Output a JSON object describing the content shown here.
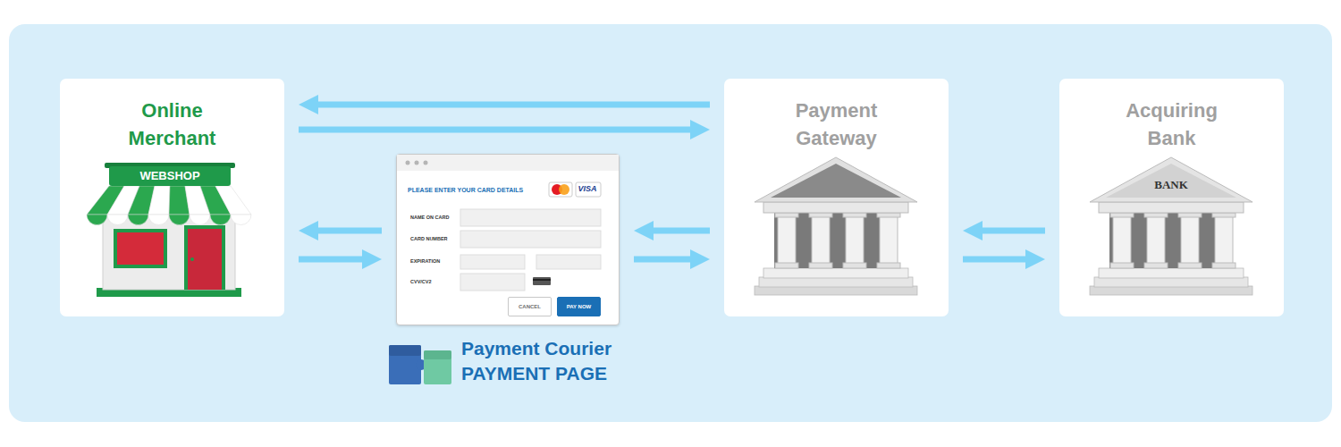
{
  "diagram": {
    "nodes": [
      {
        "text": [
          "Online Merchant"
        ]
      },
      {
        "text": [
          "Payment Courier PAYMENT PAGE",
          "PLEASE ENTER YOUR CARD DETAILS"
        ]
      },
      {
        "text": [
          "CANCEL"
        ],
        "in": 1
      },
      {
        "text": [
          "PAY NOW"
        ],
        "in": 1
      },
      {
        "text": [
          "Payment Gateway"
        ]
      },
      {
        "text": [
          "Acquiring Bank"
        ]
      }
    ],
    "edges": [
      {
        "from": 4,
        "to": 0,
        "arrow": "to"
      },
      {
        "from": 0,
        "to": 4,
        "arrow": "to"
      },
      {
        "from": 1,
        "to": 0,
        "arrow": "to"
      },
      {
        "from": 0,
        "to": 1,
        "arrow": "to"
      },
      {
        "from": 4,
        "to": 1,
        "arrow": "to"
      },
      {
        "from": 1,
        "to": 4,
        "arrow": "to"
      },
      {
        "from": 5,
        "to": 4,
        "arrow": "to"
      },
      {
        "from": 4,
        "to": 5,
        "arrow": "to"
      }
    ],
    "labels": [
      "WEBSHOP",
      "VISA",
      "NAME ON CARD",
      "CARD NUMBER",
      "EXPIRATION",
      "CVV/CV2",
      "BANK"
    ]
  }
}
